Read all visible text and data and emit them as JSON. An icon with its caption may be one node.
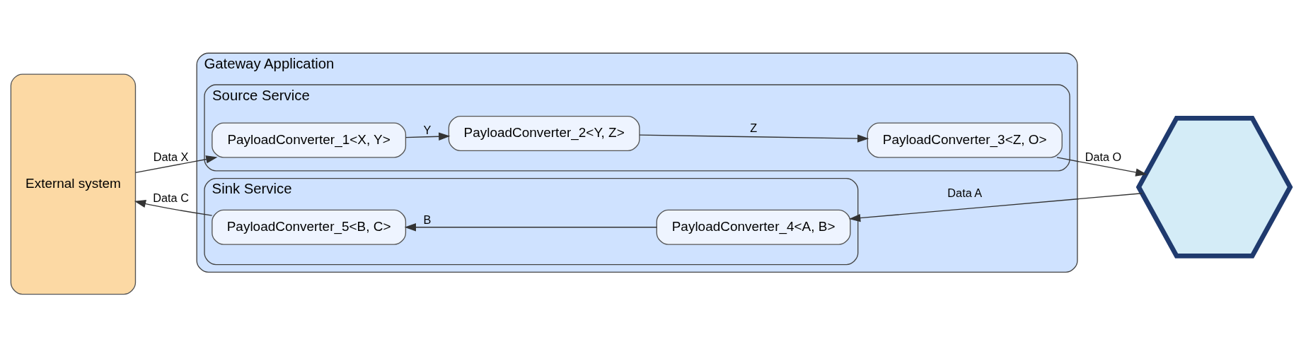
{
  "diagram": {
    "nodes": [
      {
        "text": [
          "External system"
        ]
      },
      {
        "text": [
          "Gateway Application"
        ]
      },
      {
        "text": [
          "Source Service"
        ],
        "in": 1
      },
      {
        "text": [
          "PayloadConverter_1<X, Y>"
        ],
        "in": 2
      },
      {
        "text": [
          "PayloadConverter_2<Y, Z>"
        ],
        "in": 2
      },
      {
        "text": [
          "PayloadConverter_3<Z, O>"
        ],
        "in": 2
      },
      {
        "text": [
          "Sink Service"
        ],
        "in": 1
      },
      {
        "text": [
          "PayloadConverter_5<B, C>"
        ],
        "in": 6
      },
      {
        "text": [
          "PayloadConverter_4<A, B>"
        ],
        "in": 6
      },
      {
        "text": [],
        "shape": "hexagon"
      }
    ],
    "edges": [
      {
        "from": 0,
        "to": 3,
        "arrow": "to",
        "label": "Data X"
      },
      {
        "from": 3,
        "to": 4,
        "arrow": "to",
        "label": "Y"
      },
      {
        "from": 4,
        "to": 5,
        "arrow": "to",
        "label": "Z"
      },
      {
        "from": 5,
        "to": 9,
        "arrow": "to",
        "label": "Data O"
      },
      {
        "from": 9,
        "to": 8,
        "arrow": "to",
        "label": "Data A"
      },
      {
        "from": 8,
        "to": 7,
        "arrow": "to",
        "label": "B"
      },
      {
        "from": 7,
        "to": 0,
        "arrow": "to",
        "label": "Data C"
      }
    ]
  }
}
